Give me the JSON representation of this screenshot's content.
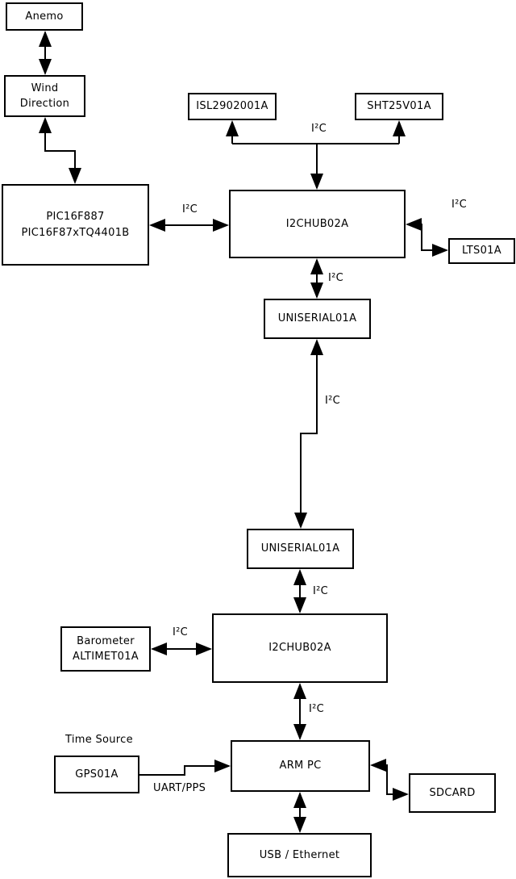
{
  "diagram": {
    "colors": {
      "background": "#ffffff",
      "line": "#000000",
      "box_fill": "#ffffff",
      "text": "#000000"
    },
    "nodes": {
      "anemo": {
        "label": "Anemo"
      },
      "wind_direction": {
        "label": "Wind\nDirection"
      },
      "pic": {
        "label": "PIC16F887\nPIC16F87xTQ4401B"
      },
      "isl": {
        "label": "ISL2902001A"
      },
      "sht": {
        "label": "SHT25V01A"
      },
      "hub1": {
        "label": "I2CHUB02A"
      },
      "lts": {
        "label": "LTS01A"
      },
      "uniserial1": {
        "label": "UNISERIAL01A"
      },
      "uniserial2": {
        "label": "UNISERIAL01A"
      },
      "hub2": {
        "label": "I2CHUB02A"
      },
      "barometer": {
        "label": "Barometer\nALTIMET01A"
      },
      "arm_pc": {
        "label": "ARM PC"
      },
      "gps": {
        "label": "GPS01A"
      },
      "sdcard": {
        "label": "SDCARD"
      },
      "usb_ethernet": {
        "label": "USB / Ethernet"
      }
    },
    "edge_labels": {
      "i2c_hub1_sensors": "I²C",
      "i2c_pic_hub1": "I²C",
      "i2c_hub1_lts": "I²C",
      "i2c_hub1_uniserial1": "I²C",
      "i2c_uniserial_link": "I²C",
      "i2c_uniserial2_hub2": "I²C",
      "i2c_barometer_hub2": "I²C",
      "i2c_hub2_armpc": "I²C",
      "time_source": "Time Source",
      "uart_pps": "UART/PPS"
    }
  }
}
